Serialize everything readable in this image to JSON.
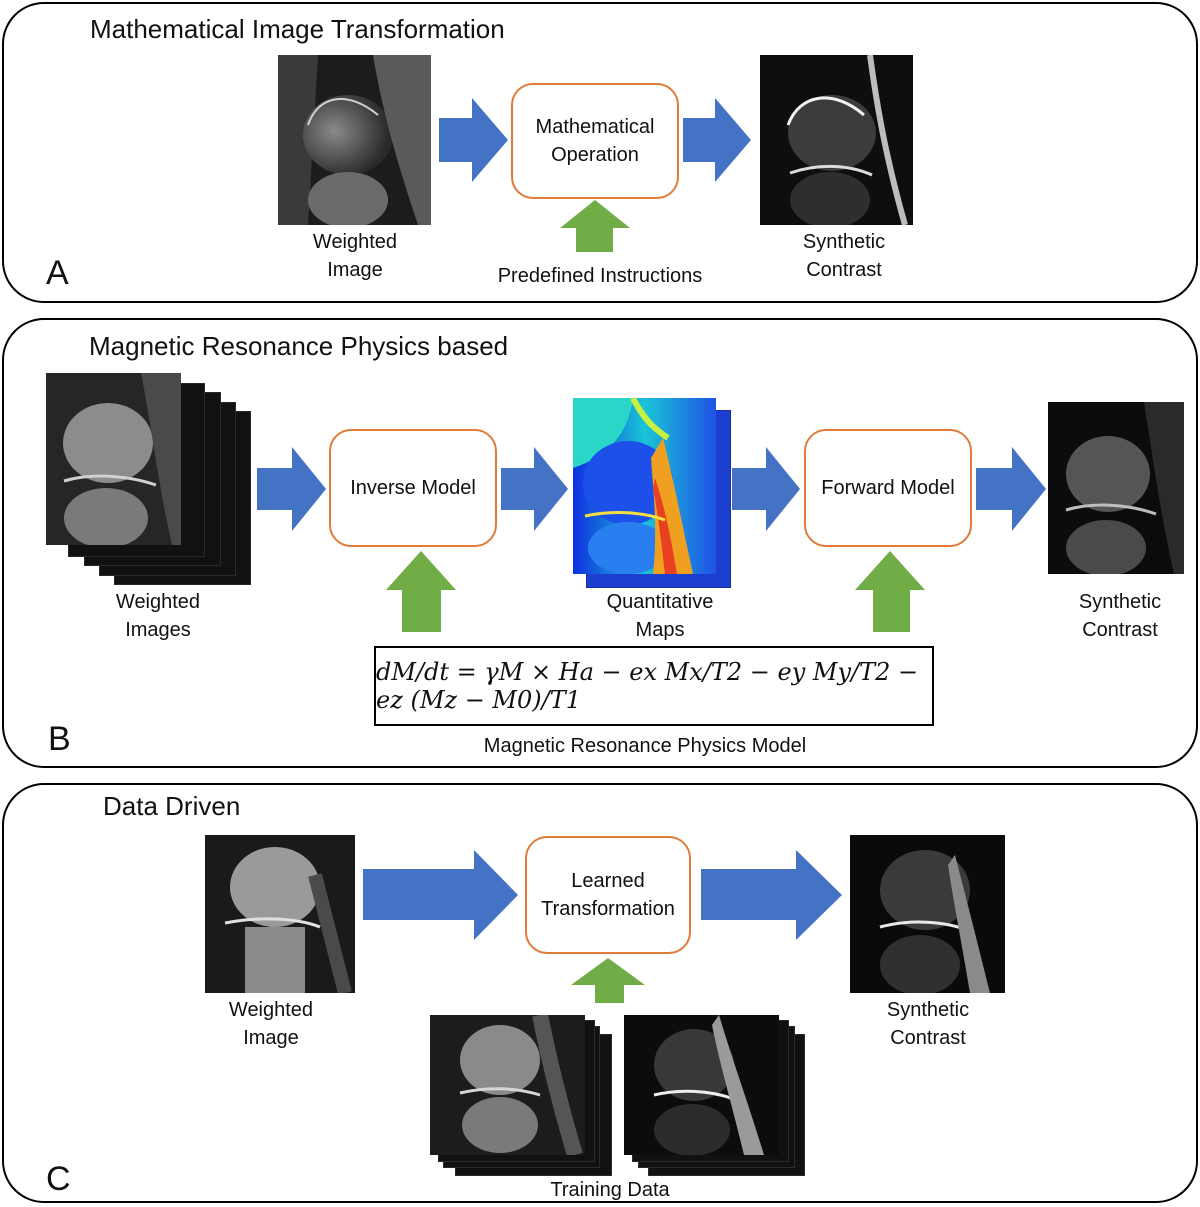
{
  "panel_a": {
    "title": "Mathematical Image Transformation",
    "letter": "A",
    "input_label": "Weighted\nImage",
    "process_label": "Mathematical\nOperation",
    "instruction_label": "Predefined Instructions",
    "output_label": "Synthetic\nContrast"
  },
  "panel_b": {
    "title": "Magnetic Resonance Physics based",
    "letter": "B",
    "input_label": "Weighted\nImages",
    "inverse_label": "Inverse Model",
    "maps_label": "Quantitative\nMaps",
    "forward_label": "Forward Model",
    "output_label": "Synthetic\nContrast",
    "equation": "dM/dt = γM × Ha − ex Mx/T2 − ey My/T2 − ez (Mz − M0)/T1",
    "model_label": "Magnetic Resonance Physics Model"
  },
  "panel_c": {
    "title": "Data Driven",
    "letter": "C",
    "input_label": "Weighted\nImage",
    "process_label": "Learned\nTransformation",
    "output_label": "Synthetic\nContrast",
    "training_label": "Training Data"
  },
  "colors": {
    "flow_arrow": "#4472c4",
    "input_arrow": "#70ad47",
    "process_border": "#e07b39"
  }
}
